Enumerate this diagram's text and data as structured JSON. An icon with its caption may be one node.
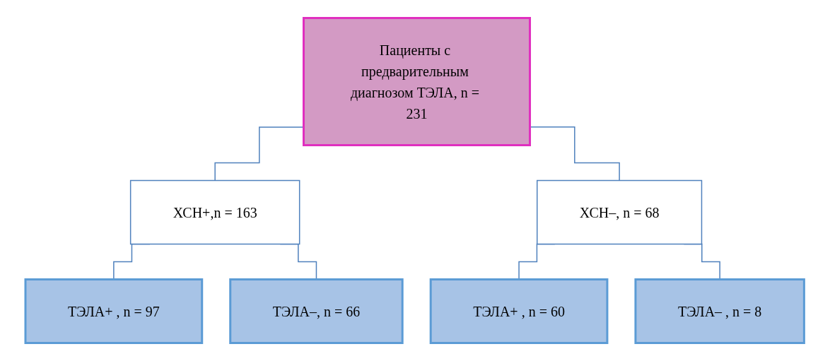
{
  "diagram": {
    "nodes": [
      {
        "text": [
          "Пациенты с предварительным диагнозом ТЭЛА, n = 231"
        ]
      },
      {
        "text": [
          "ХСН+,n = 163"
        ]
      },
      {
        "text": [
          "ХСН–, n = 68"
        ]
      },
      {
        "text": [
          "ТЭЛА+ , n = 97"
        ]
      },
      {
        "text": [
          "ТЭЛА–, n = 66"
        ]
      },
      {
        "text": [
          "ТЭЛА+ , n = 60"
        ]
      },
      {
        "text": [
          "ТЭЛА– , n = 8"
        ]
      }
    ],
    "edges": [
      {
        "from": 0,
        "to": 1,
        "arrow": "none"
      },
      {
        "from": 0,
        "to": 2,
        "arrow": "none"
      },
      {
        "from": 1,
        "to": 3,
        "arrow": "none"
      },
      {
        "from": 1,
        "to": 4,
        "arrow": "none"
      },
      {
        "from": 2,
        "to": 5,
        "arrow": "none"
      },
      {
        "from": 2,
        "to": 6,
        "arrow": "none"
      }
    ]
  }
}
